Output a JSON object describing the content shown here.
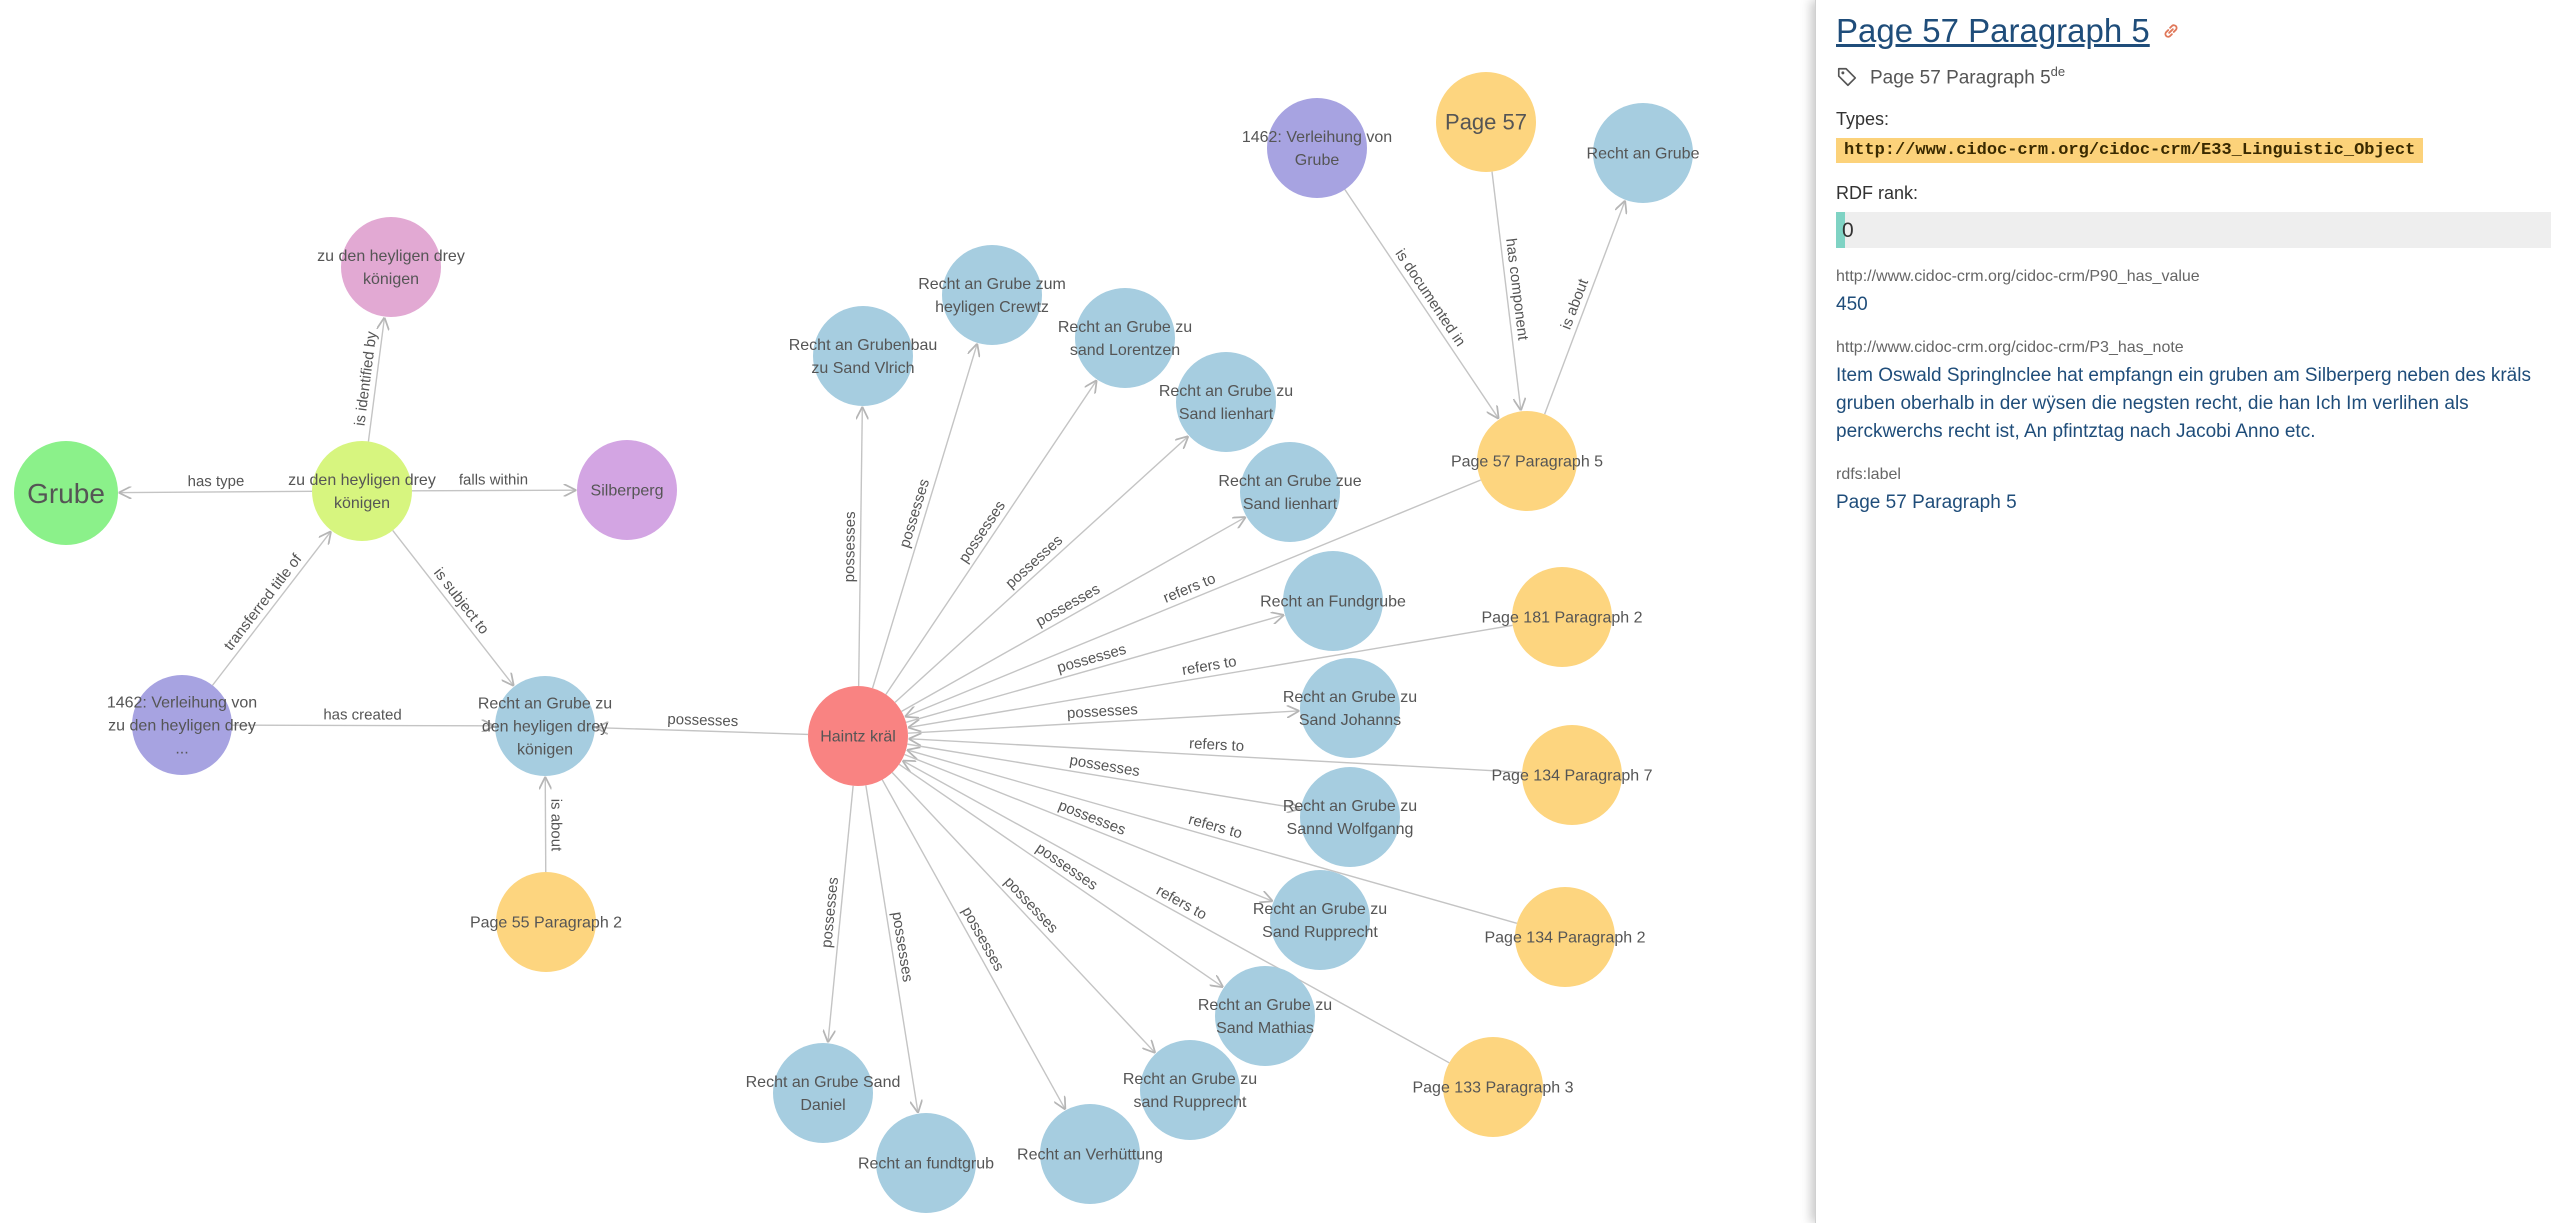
{
  "graph": {
    "nodes": [
      {
        "id": "grube",
        "label": "Grube",
        "color": "#8bf18a",
        "big": true
      },
      {
        "id": "zdhdk",
        "label": "zu den heyligen drey königen",
        "color": "#d7f57f"
      },
      {
        "id": "zdhdk_top",
        "label": "zu den heyligen drey königen",
        "color": "#e2a9d3"
      },
      {
        "id": "silberperg",
        "label": "Silberperg",
        "color": "#d3a5e3"
      },
      {
        "id": "verl_zdhdk",
        "label": "1462: Verleihung von zu den heyligen drey ...",
        "color": "#a7a3e1"
      },
      {
        "id": "rag_zdhdk",
        "label": "Recht an Grube zu den heyligen drey königen",
        "color": "#a6cde0"
      },
      {
        "id": "p55p2",
        "label": "Page 55 Paragraph 2",
        "color": "#fdd57f"
      },
      {
        "id": "haintz",
        "label": "Haintz kräl",
        "color": "#f98382"
      },
      {
        "id": "rag_vlrich",
        "label": "Recht an Grubenbau zu Sand Vlrich",
        "color": "#a6cde0"
      },
      {
        "id": "rag_crewtz",
        "label": "Recht an Grube zum heyligen Crewtz",
        "color": "#a6cde0"
      },
      {
        "id": "rag_lorentzen",
        "label": "Recht an Grube zu sand Lorentzen",
        "color": "#a6cde0"
      },
      {
        "id": "rag_lienhart1",
        "label": "Recht an Grube zu Sand lienhart",
        "color": "#a6cde0"
      },
      {
        "id": "rag_lienhart2",
        "label": "Recht an Grube zue Sand lienhart",
        "color": "#a6cde0"
      },
      {
        "id": "fundgrube",
        "label": "Recht an Fundgrube",
        "color": "#a6cde0"
      },
      {
        "id": "rag_johanns",
        "label": "Recht an Grube zu Sand Johanns",
        "color": "#a6cde0"
      },
      {
        "id": "rag_wolfgang",
        "label": "Recht an Grube zu Sannd Wolfganng",
        "color": "#a6cde0"
      },
      {
        "id": "rag_rupp1",
        "label": "Recht an Grube zu Sand Rupprecht",
        "color": "#a6cde0"
      },
      {
        "id": "rag_mathias",
        "label": "Recht an Grube zu Sand Mathias",
        "color": "#a6cde0"
      },
      {
        "id": "rag_rupp2",
        "label": "Recht an Grube zu sand Rupprecht",
        "color": "#a6cde0"
      },
      {
        "id": "verhuettung",
        "label": "Recht an Verhüttung",
        "color": "#a6cde0"
      },
      {
        "id": "fundtgrub",
        "label": "Recht an fundtgrub",
        "color": "#a6cde0"
      },
      {
        "id": "rag_daniel",
        "label": "Recht an Grube Sand Daniel",
        "color": "#a6cde0"
      },
      {
        "id": "verl_grube",
        "label": "1462: Verleihung von Grube",
        "color": "#a7a3e1"
      },
      {
        "id": "page57",
        "label": "Page 57",
        "color": "#fdd57f",
        "medium": true
      },
      {
        "id": "rag",
        "label": "Recht an Grube",
        "color": "#a6cde0"
      },
      {
        "id": "p57p5",
        "label": "Page 57 Paragraph 5",
        "color": "#fdd57f"
      },
      {
        "id": "p181p2",
        "label": "Page 181 Paragraph 2",
        "color": "#fdd57f"
      },
      {
        "id": "p134p7",
        "label": "Page 134 Paragraph 7",
        "color": "#fdd57f"
      },
      {
        "id": "p134p2",
        "label": "Page 134 Paragraph 2",
        "color": "#fdd57f"
      },
      {
        "id": "p133p3",
        "label": "Page 133 Paragraph 3",
        "color": "#fdd57f"
      }
    ],
    "edges": [
      {
        "from": "zdhdk",
        "to": "grube",
        "label": "has type"
      },
      {
        "from": "zdhdk",
        "to": "silberperg",
        "label": "falls within"
      },
      {
        "from": "zdhdk",
        "to": "zdhdk_top",
        "label": "is identified by"
      },
      {
        "from": "verl_zdhdk",
        "to": "zdhdk",
        "label": "transferred title of"
      },
      {
        "from": "verl_zdhdk",
        "to": "rag_zdhdk",
        "label": "has created"
      },
      {
        "from": "zdhdk",
        "to": "rag_zdhdk",
        "label": "is subject to"
      },
      {
        "from": "p55p2",
        "to": "rag_zdhdk",
        "label": "is about"
      },
      {
        "from": "haintz",
        "to": "rag_zdhdk",
        "label": "possesses"
      },
      {
        "from": "haintz",
        "to": "rag_vlrich",
        "label": "possesses"
      },
      {
        "from": "haintz",
        "to": "rag_crewtz",
        "label": "possesses"
      },
      {
        "from": "haintz",
        "to": "rag_lorentzen",
        "label": "possesses"
      },
      {
        "from": "haintz",
        "to": "rag_lienhart1",
        "label": "possesses"
      },
      {
        "from": "haintz",
        "to": "rag_lienhart2",
        "label": "possesses"
      },
      {
        "from": "p57p5",
        "to": "haintz",
        "label": "refers to"
      },
      {
        "from": "haintz",
        "to": "fundgrube",
        "label": "possesses"
      },
      {
        "from": "p181p2",
        "to": "haintz",
        "label": "refers to"
      },
      {
        "from": "haintz",
        "to": "rag_johanns",
        "label": "possesses"
      },
      {
        "from": "p134p7",
        "to": "haintz",
        "label": "refers to"
      },
      {
        "from": "haintz",
        "to": "rag_wolfgang",
        "label": "possesses"
      },
      {
        "from": "p134p2",
        "to": "haintz",
        "label": "refers to"
      },
      {
        "from": "haintz",
        "to": "rag_rupp1",
        "label": "possesses"
      },
      {
        "from": "p133p3",
        "to": "haintz",
        "label": "refers to"
      },
      {
        "from": "haintz",
        "to": "rag_mathias",
        "label": "possesses"
      },
      {
        "from": "haintz",
        "to": "rag_rupp2",
        "label": "possesses"
      },
      {
        "from": "haintz",
        "to": "verhuettung",
        "label": "possesses"
      },
      {
        "from": "haintz",
        "to": "fundtgrub",
        "label": "possesses"
      },
      {
        "from": "haintz",
        "to": "rag_daniel",
        "label": "possesses"
      },
      {
        "from": "verl_grube",
        "to": "p57p5",
        "label": "is documented in"
      },
      {
        "from": "page57",
        "to": "p57p5",
        "label": "has component"
      },
      {
        "from": "p57p5",
        "to": "rag",
        "label": "is about"
      }
    ]
  },
  "panel": {
    "title": "Page 57 Paragraph 5",
    "label_text": "Page 57 Paragraph 5",
    "label_lang": "de",
    "types_heading": "Types:",
    "type_value": "http://www.cidoc-crm.org/cidoc-crm/E33_Linguistic_Object",
    "rank_heading": "RDF rank:",
    "rank_value": "0",
    "props": [
      {
        "key": "http://www.cidoc-crm.org/cidoc-crm/P90_has_value",
        "value": "450"
      },
      {
        "key": "http://www.cidoc-crm.org/cidoc-crm/P3_has_note",
        "value": "Item Oswald Springlnclee hat empfangn ein gruben am Silberperg neben des kräls gruben oberhalb in der wÿsen die negsten recht, die han Ich Im verlihen als perckwerchs recht ist, An pfintztag nach Jacobi Anno etc."
      },
      {
        "key": "rdfs:label",
        "value": "Page 57 Paragraph 5"
      }
    ],
    "colors": {
      "type_badge": "#fcd27a",
      "rank_fill": "#7fd3c4",
      "title": "#1f4d7a"
    }
  }
}
